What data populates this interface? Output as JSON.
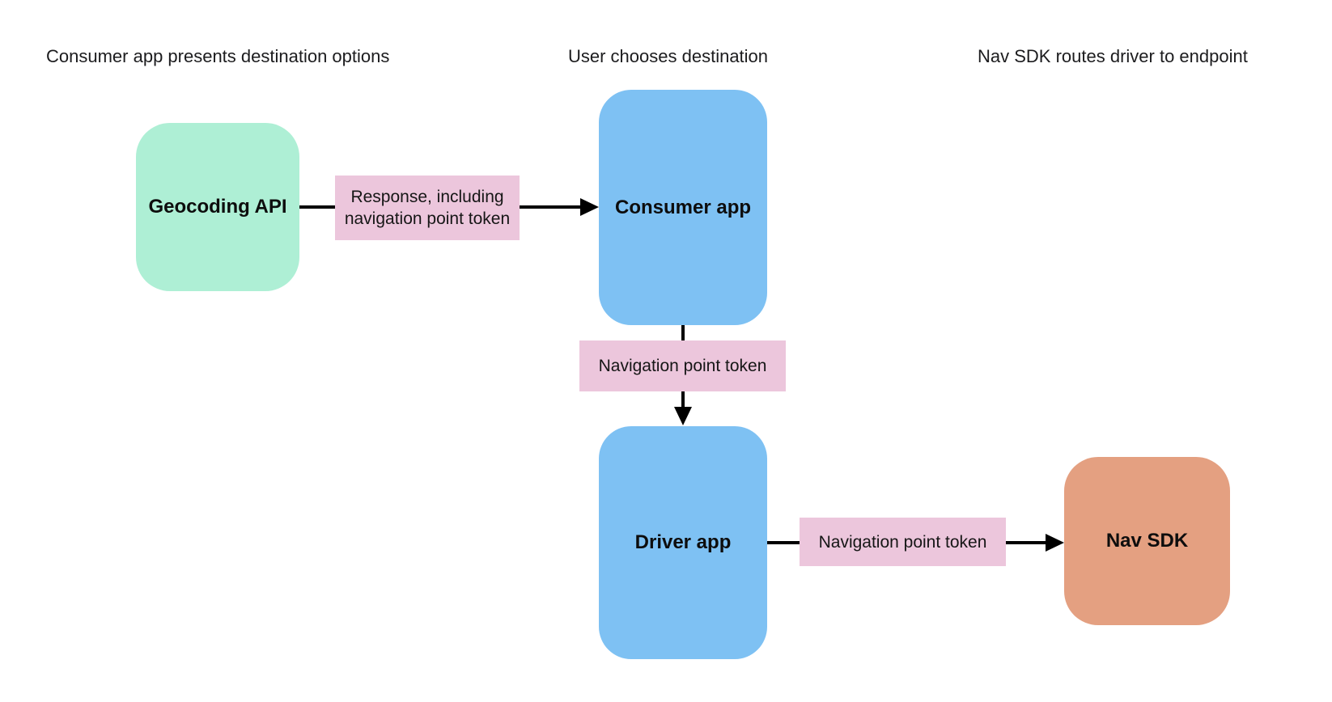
{
  "diagram": {
    "headers": [
      {
        "label": "Consumer app presents destination options"
      },
      {
        "label": "User chooses destination"
      },
      {
        "label": "Nav SDK routes driver to endpoint"
      }
    ],
    "nodes": [
      {
        "id": "geocoding-api",
        "label": "Geocoding API",
        "color": "#aeefd5"
      },
      {
        "id": "consumer-app",
        "label": "Consumer app",
        "color": "#7ec1f3"
      },
      {
        "id": "driver-app",
        "label": "Driver app",
        "color": "#7ec1f3"
      },
      {
        "id": "nav-sdk",
        "label": "Nav SDK",
        "color": "#e4a081"
      }
    ],
    "edges": [
      {
        "from": "geocoding-api",
        "to": "consumer-app",
        "label": "Response, including navigation point token",
        "label_color": "#ecc6dc"
      },
      {
        "from": "consumer-app",
        "to": "driver-app",
        "label": "Navigation point token",
        "label_color": "#ecc6dc"
      },
      {
        "from": "driver-app",
        "to": "nav-sdk",
        "label": "Navigation point token",
        "label_color": "#ecc6dc"
      }
    ],
    "colors": {
      "background": "#ffffff",
      "arrow": "#000000",
      "header_text": "#1c1c1e",
      "node_text": "#0d0d0d",
      "label_text": "#161616"
    }
  }
}
